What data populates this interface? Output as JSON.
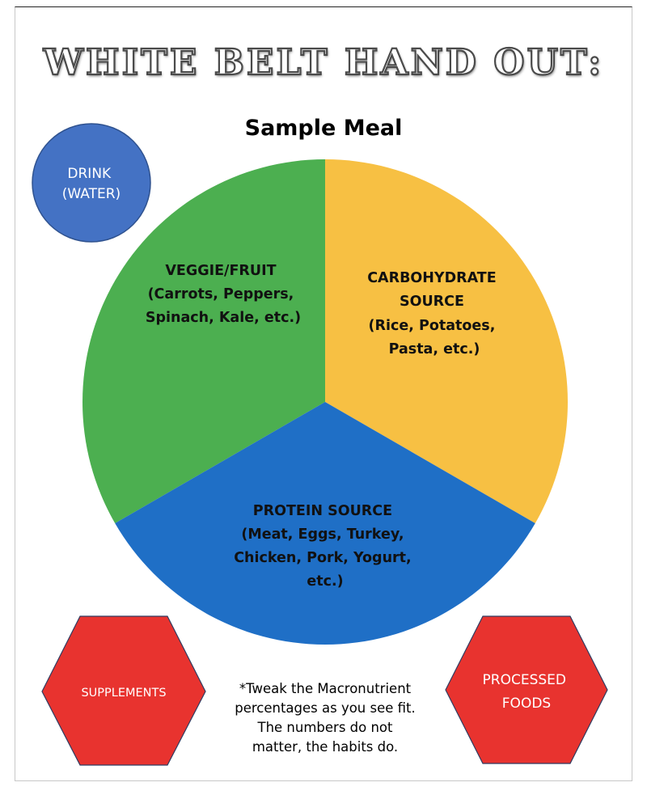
{
  "header": {
    "title": "WHITE BELT HAND OUT:",
    "subtitle": "Sample Meal"
  },
  "plate": {
    "segments": [
      {
        "id": "veggie",
        "color": "#4caf50",
        "lines": [
          "VEGGIE/FRUIT",
          "(Carrots, Peppers,",
          "Spinach, Kale, etc.)"
        ]
      },
      {
        "id": "carb",
        "color": "#f7c043",
        "lines": [
          "CARBOHYDRATE",
          "SOURCE",
          "(Rice, Potatoes,",
          "Pasta, etc.)"
        ]
      },
      {
        "id": "protein",
        "color": "#1f6fc6",
        "lines": [
          "PROTEIN SOURCE",
          "(Meat, Eggs, Turkey,",
          "Chicken, Pork, Yogurt,",
          "etc.)"
        ]
      }
    ]
  },
  "drink": {
    "color": "#4472c4",
    "lines": [
      "DRINK",
      "(WATER)"
    ]
  },
  "supplements": {
    "color": "#e8332f",
    "label": "SUPPLEMENTS"
  },
  "processed": {
    "color": "#e8332f",
    "lines": [
      "PROCESSED",
      "FOODS"
    ]
  },
  "note": {
    "lines": [
      "*Tweak the Macronutrient",
      "percentages as you see fit.",
      "The numbers do not",
      "matter, the habits do."
    ]
  }
}
